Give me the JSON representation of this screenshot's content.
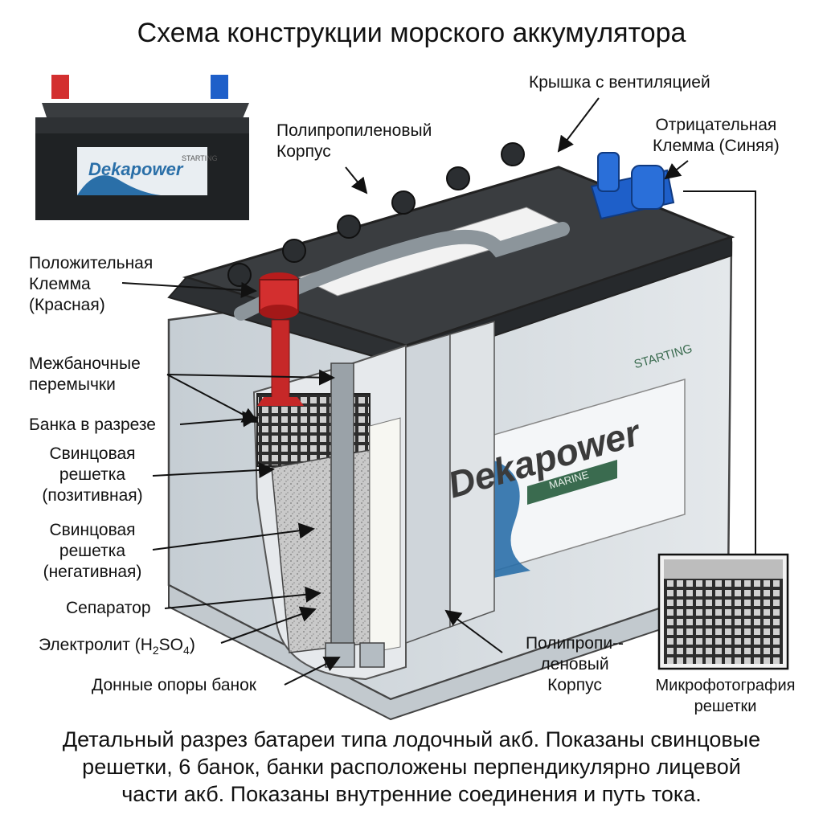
{
  "title": "Схема конструкции морского аккумулятора",
  "labels": {
    "vent_lid": "Крышка с вентиляцией",
    "housing_top": [
      "Полипропиленовый",
      "Корпус"
    ],
    "negative_terminal": [
      "Отрицательная",
      "Клемма (Синяя)"
    ],
    "positive_terminal": [
      "Положительная",
      "Клемма",
      "(Красная)"
    ],
    "inter_cell": [
      "Межбаночные",
      "перемычки"
    ],
    "cell_section": "Банка в разрезе",
    "grid_positive": [
      "Свинцовая",
      "решетка",
      "(позитивная)"
    ],
    "grid_negative": [
      "Свинцовая",
      "решетка",
      "(негативная)"
    ],
    "separator": "Сепаратор",
    "electrolyte_prefix": "Электролит (H",
    "electrolyte_sub1": "2",
    "electrolyte_mid": "SO",
    "electrolyte_sub2": "4",
    "electrolyte_suffix": ")",
    "bottom_supports": "Донные опоры банок",
    "housing_bottom": [
      "Полипропи--",
      "леновый",
      "Корпус"
    ],
    "micro_grid": [
      "Микрофотография",
      "решетки"
    ]
  },
  "battery_label": {
    "brand": "Dekapower",
    "series": "MARINE",
    "starting": "STARTING"
  },
  "thumbnail_label": {
    "brand": "Dekapower",
    "starting": "STARTING"
  },
  "caption": [
    "Детальный разрез батареи типа лодочный акб. Показаны свинцовые",
    "решетки, 6 банок, банки расположены перпендикулярно лицевой",
    "части акб. Показаны внутренние соединения и путь тока."
  ],
  "colors": {
    "positive": "#d32f2f",
    "negative": "#1e5fc9",
    "lid": "#3a3d40",
    "case": "#d5dbe0",
    "accent": "#3a6b4f",
    "wave": "#2a6fa8"
  }
}
